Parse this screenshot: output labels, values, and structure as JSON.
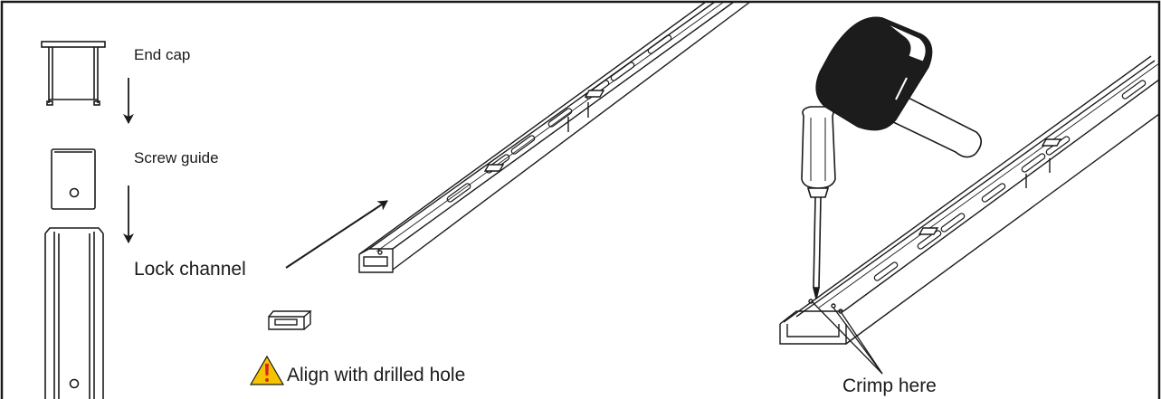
{
  "labels": {
    "end_cap": "End cap",
    "screw_guide": "Screw guide",
    "lock_channel": "Lock channel",
    "align_note": "Align with drilled hole",
    "crimp_note": "Crimp here"
  },
  "icons": {
    "warning": "warning-triangle-icon",
    "arrows": "arrow-icon",
    "hammer": "mallet-icon",
    "screwdriver": "screwdriver-icon"
  },
  "colors": {
    "line": "#1a1a1a",
    "warning_fill": "#f5c400",
    "warning_mark": "#d7261e",
    "mallet_head": "#1c1c1c"
  }
}
